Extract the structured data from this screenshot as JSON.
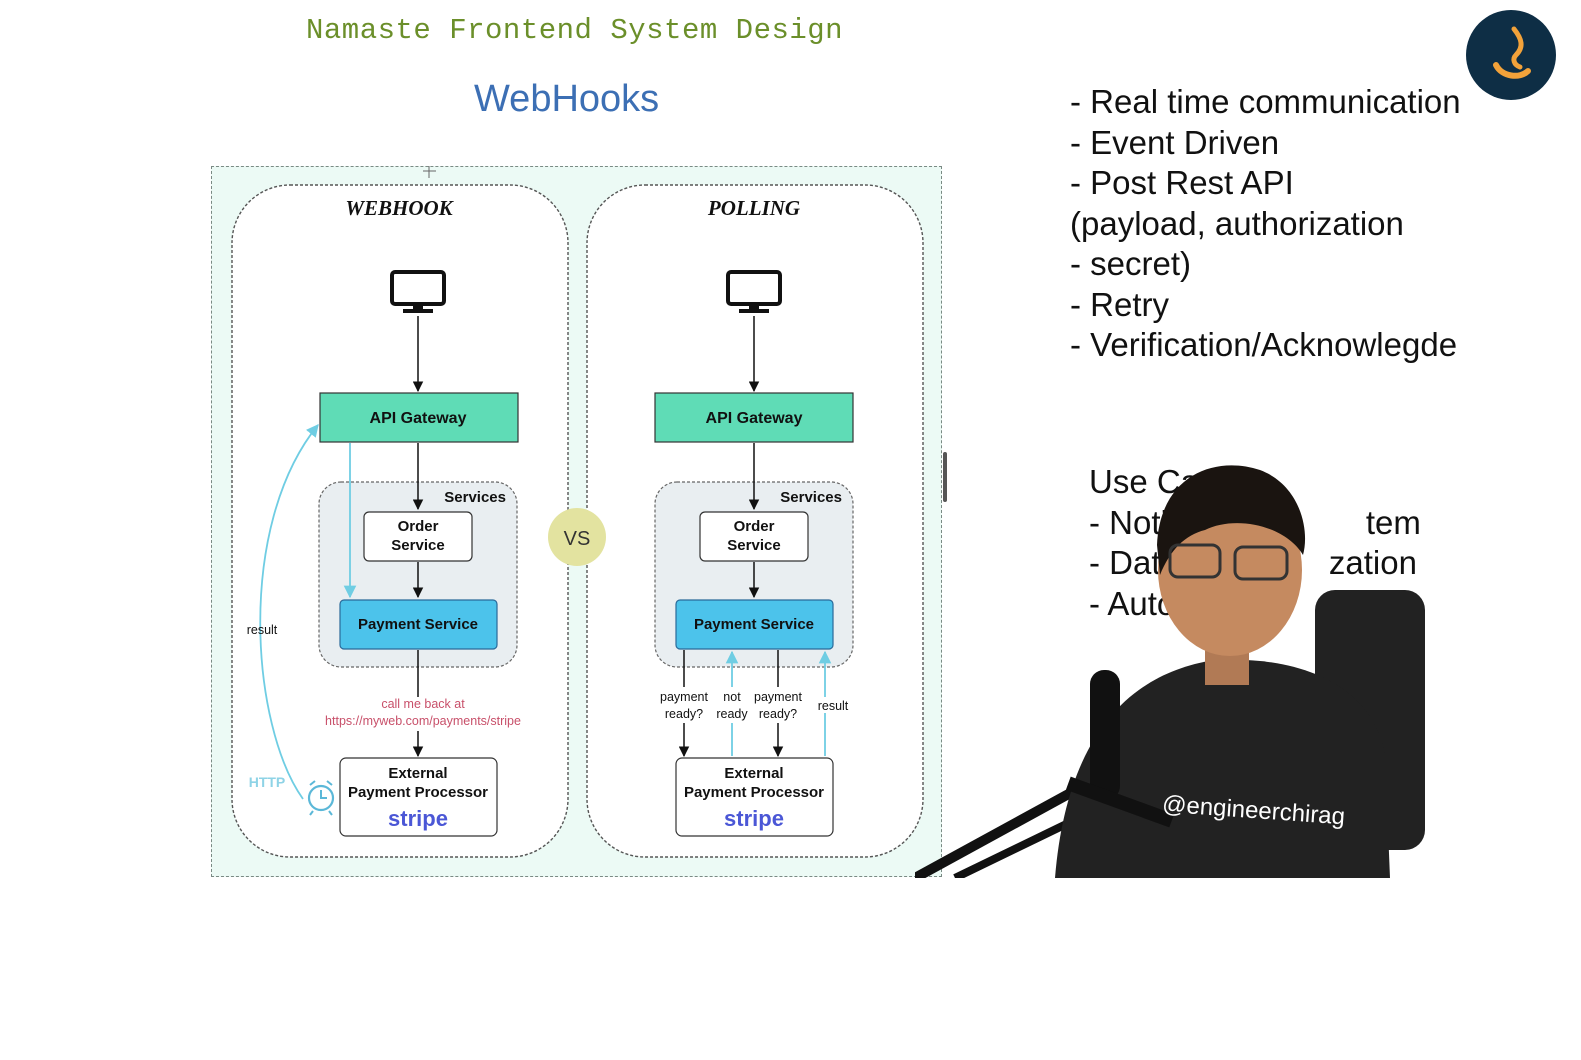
{
  "header": "Namaste Frontend System Design",
  "title": "WebHooks",
  "notes": [
    "- Real time communication",
    "- Event Driven",
    "- Post Rest API",
    "(payload, authorization",
    "- secret)",
    "- Retry",
    "- Verification/Acknowlegde"
  ],
  "use_cases": {
    "heading": "Use Cas",
    "items": [
      "- Notific",
      "- Data",
      "- Autom"
    ],
    "trailing": [
      "tem",
      "zation"
    ]
  },
  "presenter_handle": "@engineerchirag",
  "diagram": {
    "webhook": {
      "title": "WEBHOOK",
      "api_gateway": "API Gateway",
      "services_label": "Services",
      "order_service": [
        "Order",
        "Service"
      ],
      "payment_service": "Payment Service",
      "callback_note": [
        "call me back at",
        "https://myweb.com/payments/stripe"
      ],
      "result_label": "result",
      "http_label": "HTTP",
      "external": [
        "External",
        "Payment Processor"
      ],
      "brand": "stripe"
    },
    "vs": "VS",
    "polling": {
      "title": "POLLING",
      "api_gateway": "API Gateway",
      "services_label": "Services",
      "order_service": [
        "Order",
        "Service"
      ],
      "payment_service": "Payment Service",
      "labels": {
        "payment_ready_1": [
          "payment",
          "ready?"
        ],
        "not_ready": [
          "not",
          "ready"
        ],
        "payment_ready_2": [
          "payment",
          "ready?"
        ],
        "result": "result"
      },
      "external": [
        "External",
        "Payment Processor"
      ],
      "brand": "stripe"
    }
  },
  "colors": {
    "header": "#6b8f2a",
    "title": "#3c6fb4",
    "gateway_fill": "#5fdcb6",
    "payment_fill": "#4cc3eb",
    "stripe": "#4b57d6",
    "vs_fill": "#e3e3a0",
    "arrow_cyan": "#6fcde3"
  }
}
